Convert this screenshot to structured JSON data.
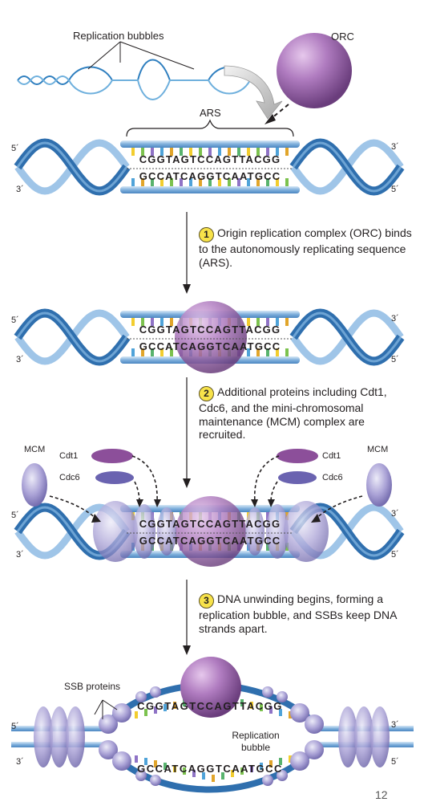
{
  "labels": {
    "replication_bubbles": "Replication bubbles",
    "orc": "ORC",
    "ars": "ARS",
    "five_prime": "5´",
    "three_prime": "3´",
    "mcm": "MCM",
    "cdt1": "Cdt1",
    "cdc6": "Cdc6",
    "ssb_proteins": "SSB proteins",
    "replication_bubble": "Replication bubble",
    "page_number": "12"
  },
  "sequences": {
    "top": "CGGTAGTCCAGTTACGG",
    "bottom": "GCCATCAGGTCAATGCC"
  },
  "steps": [
    {
      "num": "1",
      "text": "Origin replication complex (ORC) binds to the autonomously replicating sequence (ARS)."
    },
    {
      "num": "2",
      "text": "Additional proteins including Cdt1, Cdc6, and the mini-chromosomal maintenance (MCM) complex are recruited."
    },
    {
      "num": "3",
      "text": "DNA unwinding begins, forming a replication bubble, and SSBs keep DNA strands apart."
    }
  ],
  "colors": {
    "helix_dark": "#2f6fae",
    "helix_light": "#9fc5e8",
    "orc": "#9a5aa6",
    "protein": "#a99bd3",
    "step_badge": "#f7e24a"
  }
}
